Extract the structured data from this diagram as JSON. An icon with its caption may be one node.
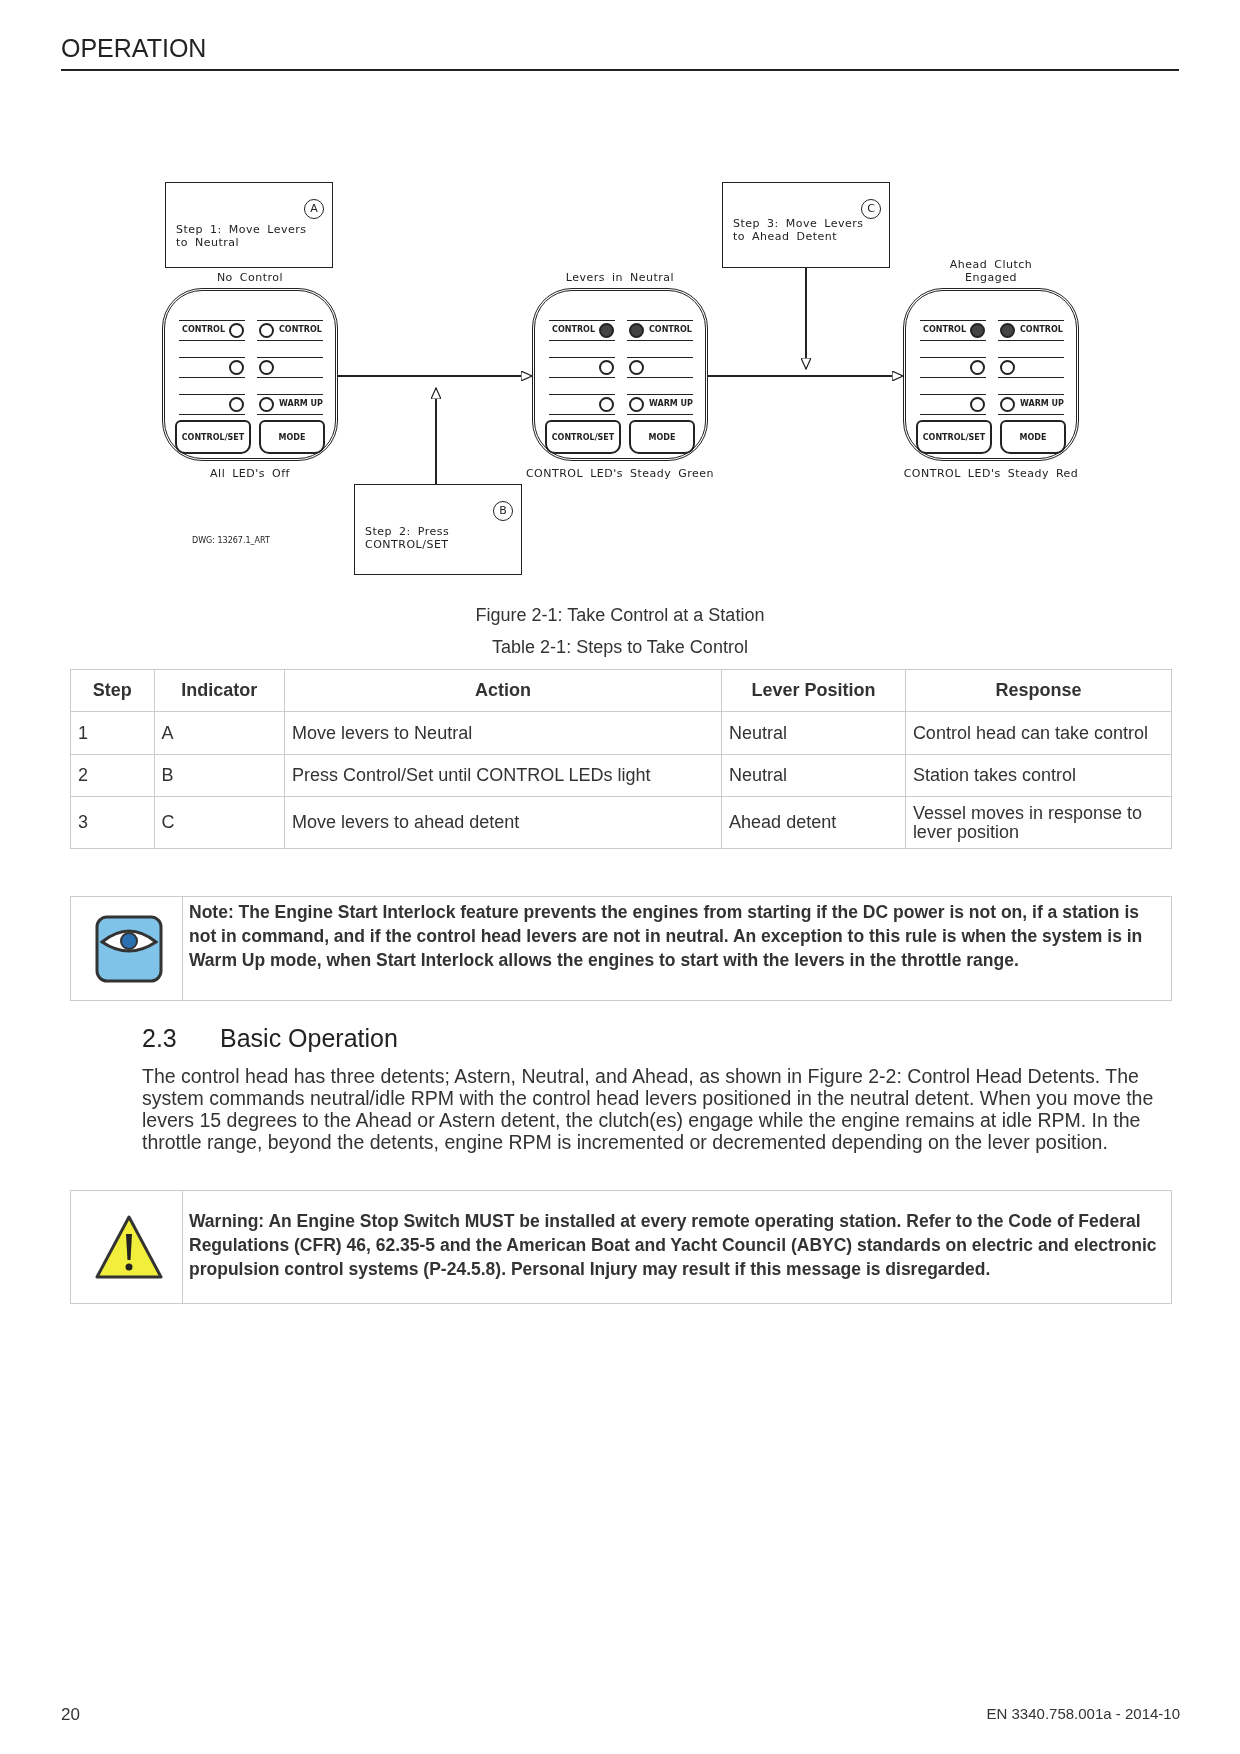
{
  "diagram": {
    "caption": "Figure 2-1: Take Control at a Station",
    "nodes": [
      {
        "text": [
          "A",
          "Step 1: Move Levers to Neutral"
        ]
      },
      {
        "text": [
          "No Control",
          "CONTROL",
          "CONTROL",
          "WARM UP",
          "CONTROL/SET",
          "MODE"
        ],
        "beside": [
          "All LED's Off"
        ]
      },
      {
        "text": [
          "B",
          "Step 2: Press CONTROL/SET"
        ]
      },
      {
        "text": [
          "Levers in Neutral",
          "CONTROL",
          "CONTROL",
          "WARM UP",
          "CONTROL/SET",
          "MODE"
        ],
        "beside": [
          "CONTROL LED's Steady Green"
        ]
      },
      {
        "text": [
          "C",
          "Step 3: Move Levers to Ahead Detent"
        ]
      },
      {
        "text": [
          "Ahead Clutch Engaged",
          "CONTROL",
          "CONTROL",
          "WARM UP",
          "CONTROL/SET",
          "MODE"
        ],
        "beside": [
          "CONTROL LED's Steady Red"
        ]
      }
    ],
    "edges": [
      {
        "from": 1,
        "to": 3,
        "arrow": "to"
      },
      {
        "from": 2,
        "to": null,
        "arrow": "to"
      },
      {
        "from": 4,
        "to": null,
        "arrow": "to"
      },
      {
        "from": 3,
        "to": 5,
        "arrow": "to"
      }
    ],
    "labels": [
      "OPERATION",
      "DWG: 13267.1_ART",
      "Table 2-1: Steps to Take Control",
      "Step",
      "Indicator",
      "Action",
      "Lever Position",
      "Response",
      "1",
      "A",
      "Move levers to Neutral",
      "Neutral",
      "Control head can take control",
      "2",
      "B",
      "Press Control/Set until CONTROL LEDs light",
      "Neutral",
      "Station takes control",
      "3",
      "C",
      "Move levers to ahead detent",
      "Ahead detent",
      "Vessel moves in response to lever position",
      "Note: The Engine Start Interlock feature prevents the engines from starting if the DC power is not on, if a station is not in command, and if the control head levers are not in neutral. An exception to this rule is when the system is in Warm Up mode, when Start Interlock allows the engines to start with the levers in the throttle range.",
      "2.3",
      "Basic Operation",
      "The control head has three detents; Astern, Neutral, and Ahead, as shown in Figure 2-2: Control Head Detents. The system commands neutral/idle RPM with the control head levers positioned in the neutral detent. When you move the levers 15 degrees to the Ahead or Astern detent, the clutch(es) engage while the engine remains at idle RPM. In the throttle range, beyond the detents, engine RPM is incremented or decremented depending on the lever position.",
      "Warning: An Engine Stop Switch MUST be installed at every remote operating station. Refer to the Code of Federal Regulations (CFR) 46, 62.35-5 and the American Boat and Yacht Council (ABYC) standards on electric and electronic propulsion control systems (P-24.5.8). Personal Injury may result if this message is disregarded.",
      "20",
      "EN 3340.758.001a - 2014-10"
    ]
  }
}
